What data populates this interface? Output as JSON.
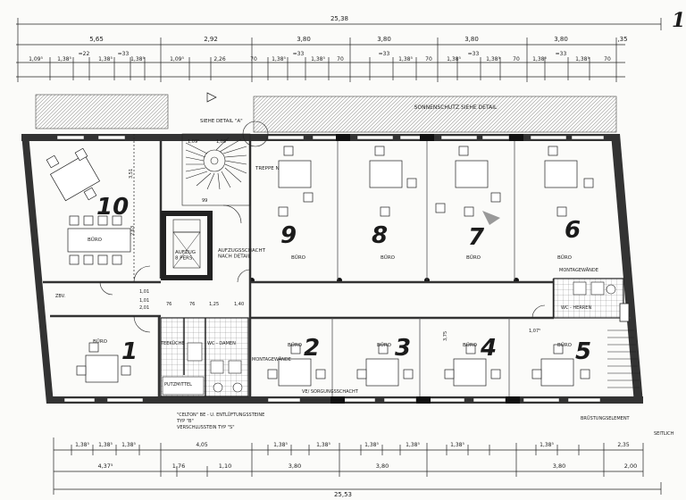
{
  "sheet_number": "1",
  "top_dims": {
    "overall": "25,38",
    "row2": [
      "5,65",
      "2,92",
      "3,80",
      "3,80",
      "3,80",
      "3,80",
      ",35"
    ],
    "row3": [
      "1,09⁵",
      "1,38⁵",
      "=22",
      "1,38⁵",
      "=33",
      "1,38⁵",
      "1,09⁵",
      "2,26",
      "70",
      "1,38⁵",
      "=33",
      "1,38⁵",
      "70",
      "=33",
      "1,38⁵",
      "70",
      "1,38⁵",
      "=33",
      "1,38⁵",
      "70",
      "1,38⁵",
      "=33",
      "1,38⁵",
      "70"
    ]
  },
  "bottom_dims": {
    "row1": [
      "1,38⁵",
      "1,38⁵",
      "1,38⁵",
      "4,05",
      "1,38⁵",
      "1,38⁵",
      "1,38⁵",
      "1,38⁵",
      "1,38⁵",
      "1,38⁵",
      "2,35"
    ],
    "row2": [
      "4,37⁵",
      "1,76",
      "1,10",
      "3,80",
      "3,80",
      "3,80",
      "2,00"
    ],
    "overall": "25,53"
  },
  "notes": {
    "sun_shade": "SONNENSCHUTZ  SIEHE  DETAIL",
    "detail_a": "SIEHE  DETAIL \"A\"",
    "stairs": "TREPPE NACH DETAIL",
    "elevator": "AUFZUG\n8 PERS.",
    "elevator_shaft": "AUFZUGSSCHACHT\nNACH DETAIL",
    "montage_top": "MONTAGEWÄNDE",
    "montage_mid": "MONTAGEWÄNDE",
    "supply_shaft": "VE/ SORGUNGSSCHACHT",
    "parapet": "BRÜSTUNGSELEMENT",
    "celton": "\"CELTON\" BE - U. ENTLÜFTUNGSSTEINE",
    "celton_type": "TYP \"B\"",
    "closure": "VERSCHLUSSTEIN  TYP \"S\"",
    "side_right": "SEITLICH",
    "putzmittel": "PUTZMITTEL",
    "teekueche": "TEEKÜCHE",
    "wc_damen": "WC - DAMEN",
    "wc_herren": "WC - HERREN",
    "zbv": "ZBV."
  },
  "rooms": {
    "office_label": "BÜRO",
    "numbers": [
      "10",
      "9",
      "8",
      "7",
      "6",
      "1",
      "2",
      "3",
      "4",
      "5"
    ]
  },
  "small_dims": [
    "1,01",
    "1,01",
    "2,01",
    "76",
    "76",
    "1,09⁵",
    "2,63",
    "1,25",
    "1,40",
    "3,51",
    "3,75",
    "1,07⁵",
    "99",
    "1,09⁵"
  ]
}
